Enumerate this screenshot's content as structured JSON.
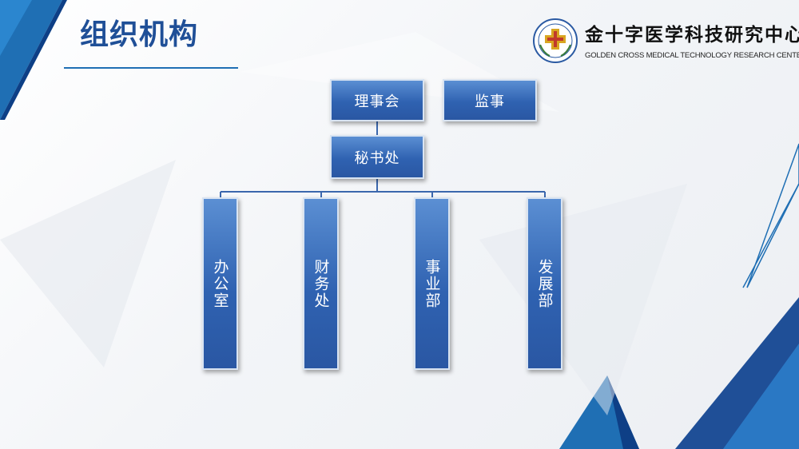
{
  "header": {
    "title": "组织机构"
  },
  "logo": {
    "name_cn": "金十字医学科技研究中心",
    "name_en": "GOLDEN CROSS MEDICAL TECHNOLOGY RESEARCH CENTER",
    "emblem_icon": "cross-emblem-icon"
  },
  "org_chart": {
    "council": "理事会",
    "supervisor": "监事",
    "secretariat": "秘书处",
    "departments": [
      "办公室",
      "财务处",
      "事业部",
      "发展部"
    ]
  },
  "colors": {
    "title": "#1f4f97",
    "box_top": "#5b8fd3",
    "box_bottom": "#2a57a3",
    "accent": "#1f6fb4"
  }
}
